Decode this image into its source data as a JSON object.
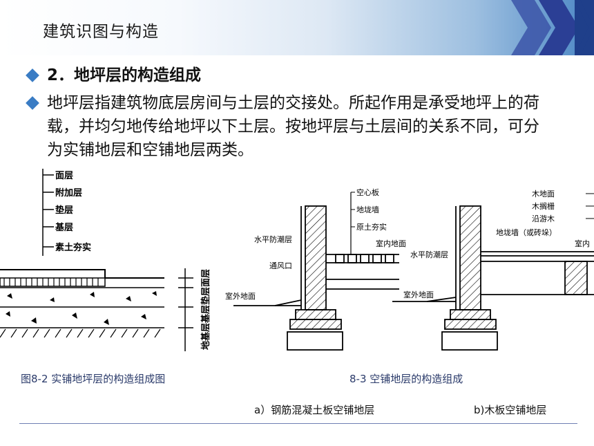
{
  "header": {
    "title": "建筑识图与构造"
  },
  "bullets": [
    {
      "text": "2．地坪层的构造组成"
    },
    {
      "text": "地坪层指建筑物底层房间与土层的交接处。所起作用是承受地坪上的荷载，并均匀地传给地坪以下土层。按地坪层与土层间的关系不同，可分为实铺地层和空铺地层两类。"
    }
  ],
  "figure1": {
    "labels": [
      "面层",
      "附加层",
      "垫层",
      "基层",
      "素土夯实"
    ],
    "vertical_label": "地基层基层垫层面层"
  },
  "figure2": {
    "left_labels": [
      "空心板",
      "地垅墙",
      "原土夯实",
      "水平防潮层",
      "室内地面",
      "通风口",
      "室外地面"
    ],
    "right_labels": [
      "木地面",
      "木搁栅",
      "沿游木",
      "地垅墙（或砖垛）",
      "室内",
      "水平防潮层",
      "室外地面"
    ]
  },
  "captions": {
    "fig_8_2": "图8-2 实铺地坪层的构造组成图",
    "fig_8_3": "8-3 空铺地层的构造组成",
    "sub_a": "a）钢筋混凝土板空铺地层",
    "sub_b": "b)木板空铺地层"
  },
  "colors": {
    "accent": "#3a7cc4",
    "header_dark": "#1f3f8a",
    "chevron": "#2b3f95",
    "caption": "#2a3a6a"
  }
}
